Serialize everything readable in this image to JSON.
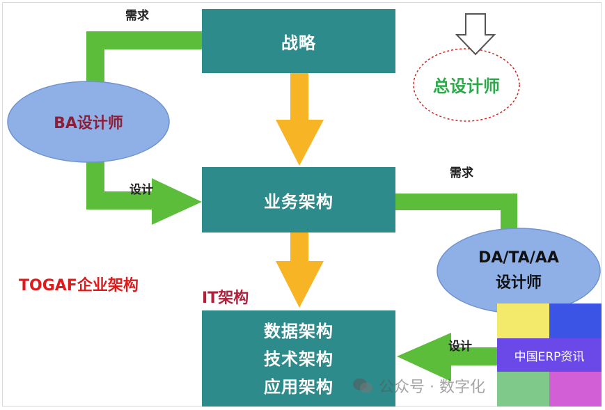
{
  "boxes": {
    "strategy": "战略",
    "business_arch": "业务架构",
    "it_arch_items": [
      "数据架构",
      "技术架构",
      "应用架构"
    ]
  },
  "ellipses": {
    "ba_designer": "BA设计师",
    "chief_designer": "总设计师",
    "da_ta_aa_line1": "DA/TA/AA",
    "da_ta_aa_line2": "设计师"
  },
  "labels": {
    "demand_top": "需求",
    "design_left": "设计",
    "demand_right": "需求",
    "design_right": "设计",
    "togaf_title": "TOGAF企业架构",
    "it_arch_title": "IT架构"
  },
  "watermark": {
    "text": "公众号 · 数字化"
  },
  "badge": {
    "text": "中国ERP资讯"
  },
  "colors": {
    "box": "#2d8b8b",
    "green_arrow": "#5cbd3a",
    "yellow_arrow": "#f7b526",
    "ellipse_fill": "#8fb0e6",
    "ba_text": "#8a1f3a",
    "chief_text": "#2ea84a",
    "title_red": "#e01a1a"
  }
}
